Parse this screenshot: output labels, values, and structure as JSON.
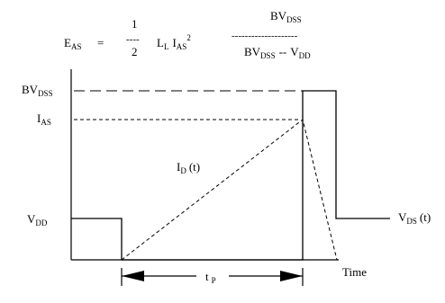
{
  "formula": {
    "lhs_main": "E",
    "lhs_sub": "AS",
    "equals": "=",
    "frac1_num": "1",
    "frac1_bar": "----",
    "frac1_den": "2",
    "term_L": "L",
    "term_L_sub": "L",
    "term_I": "I",
    "term_I_sub": "AS",
    "term_I_sup": "2",
    "frac2_num_main": "BV",
    "frac2_num_sub": "DSS",
    "frac2_bar": "--------------------",
    "frac2_den_main1": "BV",
    "frac2_den_sub1": "DSS",
    "frac2_den_op": "--",
    "frac2_den_main2": "V",
    "frac2_den_sub2": "DD"
  },
  "labels": {
    "bvdss_main": "BV",
    "bvdss_sub": "DSS",
    "ias_main": "I",
    "ias_sub": "AS",
    "vdd_main": "V",
    "vdd_sub": "DD",
    "id_main": "I",
    "id_sub": "D",
    "id_arg": "(t)",
    "vds_main": "V",
    "vds_sub": "DS",
    "vds_arg": "(t)",
    "tp_main": "t",
    "tp_sub": "P",
    "time": "Time"
  }
}
